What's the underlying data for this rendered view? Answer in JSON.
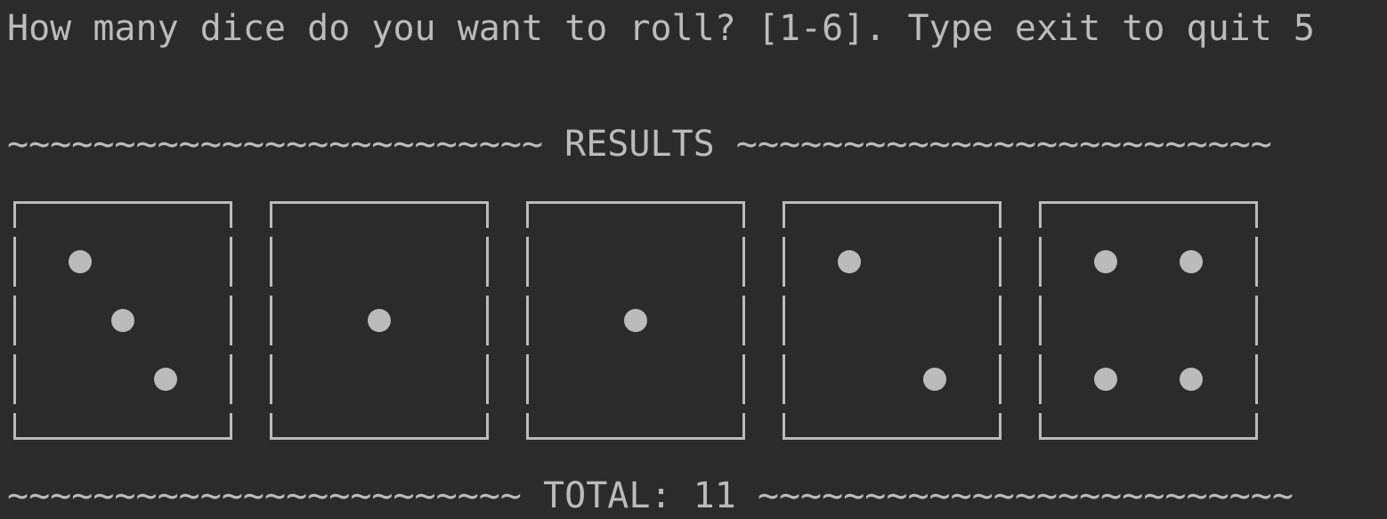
{
  "terminal": {
    "prompt_text": "How many dice do you want to roll? [1-6]. Type exit to quit ",
    "prompt_input": "5",
    "results_header": "~~~~~~~~~~~~~~~~~~~~~~~~~ RESULTS ~~~~~~~~~~~~~~~~~~~~~~~~~",
    "total_footer": "~~~~~~~~~~~~~~~~~~~~~~~~ TOTAL: 11 ~~~~~~~~~~~~~~~~~~~~~~~~~",
    "dice_values": [
      3,
      1,
      1,
      2,
      4
    ],
    "colors": {
      "background": "#2b2b2b",
      "foreground": "#bbbbbb"
    }
  }
}
